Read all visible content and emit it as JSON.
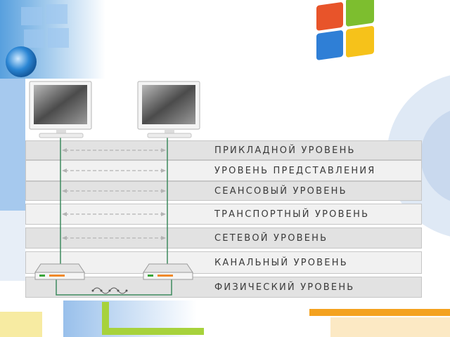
{
  "colors": {
    "band_dark": "#e2e2e2",
    "band_light": "#f1f1f1",
    "wire": "#3d8a5e",
    "arrow": "#b4b4b4",
    "label": "#3a3a3a",
    "win_red": "#e8542a",
    "win_green": "#7dbe2f",
    "win_blue": "#2f7fd6",
    "win_yellow": "#f6c21a",
    "accent_orange": "#f4a21f"
  },
  "layers": [
    {
      "label": "ПРИКЛАДНОЙ УРОВЕНЬ",
      "shade": "dark"
    },
    {
      "label": "УРОВЕНЬ ПРЕДСТАВЛЕНИЯ",
      "shade": "light"
    },
    {
      "label": "СЕАНСОВЫЙ УРОВЕНЬ",
      "shade": "dark"
    },
    {
      "label": "ТРАНСПОРТНЫЙ УРОВЕНЬ",
      "shade": "light"
    },
    {
      "label": "СЕТЕВОЙ УРОВЕНЬ",
      "shade": "dark"
    },
    {
      "label": "КАНАЛЬНЫЙ УРОВЕНЬ",
      "shade": "light"
    },
    {
      "label": "ФИЗИЧЕСКИЙ УРОВЕНЬ",
      "shade": "dark"
    }
  ],
  "icons": {
    "computer_left": "computer-monitor-icon",
    "computer_right": "computer-monitor-icon",
    "device_left": "network-adapter-icon",
    "device_right": "network-adapter-icon",
    "cable": "cable-signal-icon",
    "windows_logo": "windows-logo-icon",
    "globe": "globe-icon",
    "disc": "cd-disc-icon"
  }
}
